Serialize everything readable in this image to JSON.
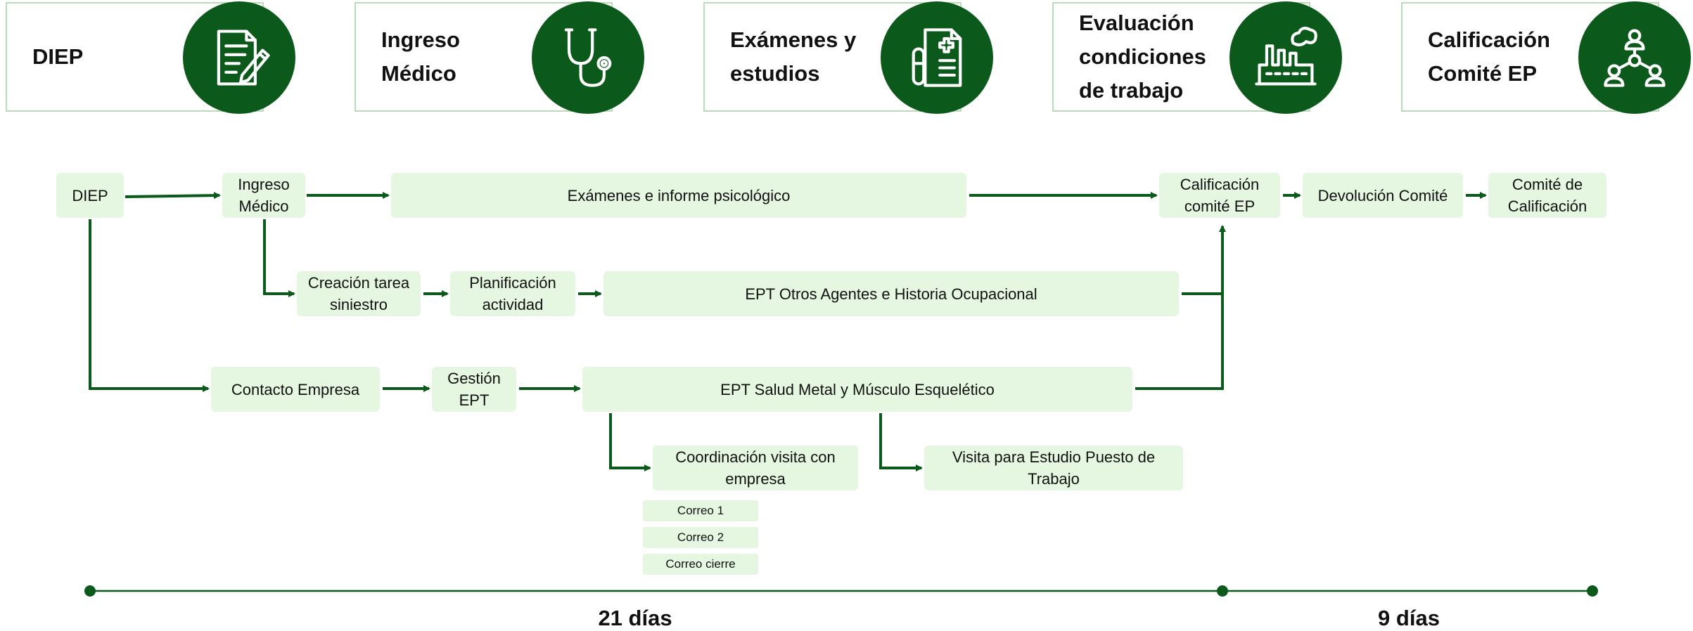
{
  "header": [
    {
      "label": "DIEP",
      "icon": "document-pen-icon"
    },
    {
      "label": "Ingreso\nMédico",
      "icon": "stethoscope-icon"
    },
    {
      "label": "Exámenes y\nestudios",
      "icon": "medical-report-icon"
    },
    {
      "label": "Evaluación\ncondiciones\nde trabajo",
      "icon": "factory-icon"
    },
    {
      "label": "Calificación\nComité EP",
      "icon": "committee-icon"
    }
  ],
  "flow": {
    "diep": "DIEP",
    "ingreso_medico": "Ingreso\nMédico",
    "examenes": "Exámenes e informe psicológico",
    "calificacion": "Calificación\ncomité EP",
    "devolucion": "Devolución Comité",
    "comite": "Comité de\nCalificación",
    "creacion_tarea": "Creación tarea\nsiniestro",
    "planificacion": "Planificación\nactividad",
    "ept_otros": "EPT Otros Agentes e Historia Ocupacional",
    "contacto_empresa": "Contacto Empresa",
    "gestion_ept": "Gestión\nEPT",
    "ept_salud": "EPT Salud Metal y Músculo Esquelético",
    "coordinacion": "Coordinación visita con\nempresa",
    "visita": "Visita para Estudio Puesto de\nTrabajo",
    "correos": [
      "Correo 1",
      "Correo 2",
      "Correo cierre"
    ]
  },
  "timeline": {
    "first_duration": "21 días",
    "second_duration": "9 días"
  },
  "colors": {
    "accent": "#0b5a1b",
    "box_fill": "#e5f7e1",
    "card_border": "#b9dcb9"
  }
}
